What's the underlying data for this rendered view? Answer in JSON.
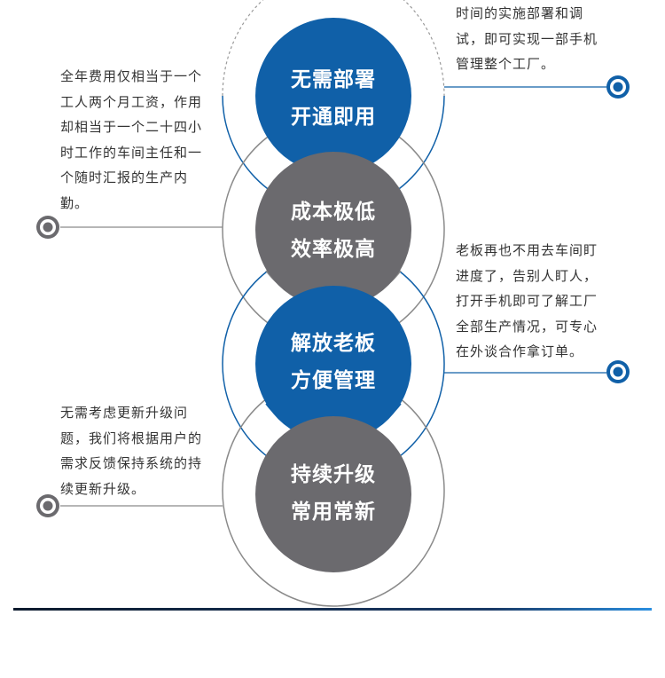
{
  "features": [
    {
      "title_line1": "无需部署",
      "title_line2": "开通即用",
      "circle_color": "#1060a8",
      "description": "时间的实施部署和调\n试，即可实现一部手机\n管理整个工厂。",
      "side": "right"
    },
    {
      "title_line1": "成本极低",
      "title_line2": "效率极高",
      "circle_color": "#6b6a6e",
      "description": "全年费用仅相当于一个\n工人两个月工资，作用\n却相当于一个二十四小\n时工作的车间主任和一\n个随时汇报的生产内\n勤。",
      "side": "left"
    },
    {
      "title_line1": "解放老板",
      "title_line2": "方便管理",
      "circle_color": "#1060a8",
      "description": "老板再也不用去车间盯\n进度了，告别人盯人，\n打开手机即可了解工厂\n全部生产情况，可专心\n在外谈合作拿订单。",
      "side": "right"
    },
    {
      "title_line1": "持续升级",
      "title_line2": "常用常新",
      "circle_color": "#6b6a6e",
      "description": "无需考虑更新升级问\n题，我们将根据用户的\n需求反馈保持系统的持\n续更新升级。",
      "side": "left"
    }
  ],
  "colors": {
    "blue": "#1060a8",
    "gray": "#6b6a6e",
    "ring_gray": "#8a8a8a",
    "text": "#333333",
    "divider": "#0e1a2a"
  }
}
